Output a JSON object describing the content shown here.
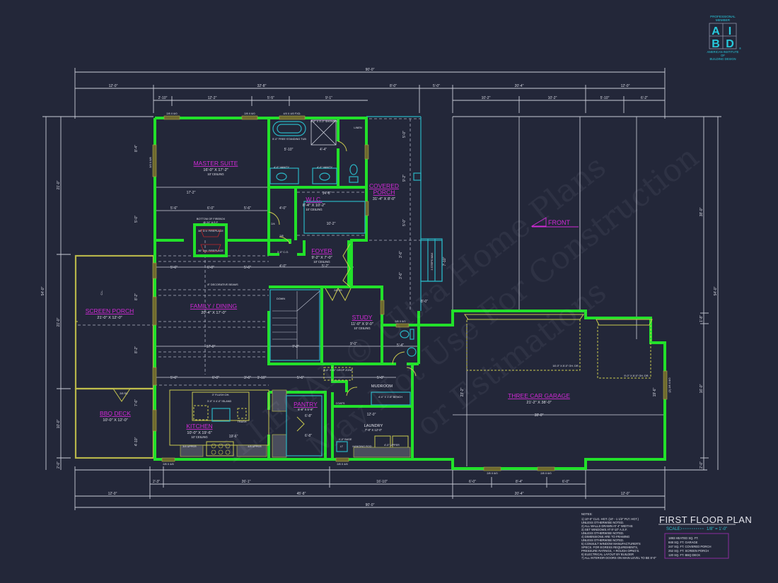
{
  "logo": {
    "top_text_1": "PROFESSIONAL",
    "top_text_2": "MEMBER",
    "letters": [
      "A",
      "I",
      "B",
      "D"
    ],
    "bottom_text_1": "AMERICAN INSTITUTE",
    "bottom_text_2": "OF",
    "bottom_text_3": "BUILDING DESIGN",
    "registered": "®"
  },
  "title_block": {
    "title": "FIRST FLOOR PLAN",
    "scale_label": "SCALE:",
    "scale_value": "1/8\" = 1'-0\"",
    "areas": [
      "1893 HEATED SQ. FT.",
      "848 SQ. FT. GARAGE",
      "247 SQ. FT. COVERED PORCH",
      "252 SQ. FT. SCREEN PORCH",
      "120 SQ. FT. BBQ DECK"
    ]
  },
  "notes": {
    "heading": "NOTES:",
    "lines": [
      "1)  10'-0\" CLG. HGT. (10' - 1 1/2\" PLT. HGT.)",
      "     UNLESS OTHERWISE NOTED.",
      "2)  ALL WALLS DRAWN AT 4\" WIDTHS",
      "3)  SET WINDOWS AT 8'-10\" A.S.F.",
      "     UNLESS OTHERWISE NOTED.",
      "4)  DIMENSIONS ARE TO FRAMING",
      "     UNLESS OTHERWISE NOTED.",
      "5)  CONSULT WINDOW MANUFACTURER'S",
      "     SPECS. FOR EGRESS REQUIREMENTS,",
      "     PRESSURE RATINGS, + ROUGH OPNG'S.",
      "6)  ELECTRICAL LAYOUT BY BUILDER",
      "7)  ALL INTERIOR DOORS ON MAIN LEVEL TO BE 8'-0\""
    ]
  },
  "front_marker": "FRONT",
  "rooms": {
    "master_suite": {
      "name": "MASTER SUITE",
      "size": "16'-0\" X 17'-2\"",
      "ceiling": "10' CEILING"
    },
    "wic": {
      "name": "W.I.C.",
      "size": "8'-4\" X 10'-2\"",
      "ceiling": "10' CEILING"
    },
    "covered_porch": {
      "name": "COVERED PORCH",
      "name_line1": "COVERED",
      "name_line2": "PORCH",
      "size": "31'-4\" X 8'-0\""
    },
    "foyer": {
      "name": "FOYER",
      "size": "9'-2\" X 7'-0\"",
      "ceiling": "10' CEILING"
    },
    "screen_porch": {
      "name": "SCREEN PORCH",
      "size": "21'-0\" X 12'-0\""
    },
    "family_dining": {
      "name": "FAMILY / DINING",
      "size": "20'-4\" X 17'-0\""
    },
    "study": {
      "name": "STUDY",
      "size": "11'-0\" X 9'-0\"",
      "ceiling": "10' CEILING"
    },
    "bbq_deck": {
      "name": "BBQ DECK",
      "size": "10'-0\" X 12'-0\""
    },
    "kitchen": {
      "name": "KITCHEN",
      "size": "10'-0\" X 19'-6\"",
      "ceiling": "10' CEILING"
    },
    "pantry": {
      "name": "PANTRY",
      "size": "6'-8\" X 5'-8\""
    },
    "mudroom": {
      "name": "MUDROOM"
    },
    "laundry": {
      "name": "LAUNDRY",
      "size": "7'-8\" X 12'-0\""
    },
    "garage": {
      "name": "THREE CAR GARAGE",
      "size": "21'-2\" X 38'-0\""
    }
  },
  "fixtures": {
    "tub": "5'-0\" FREE STANDING TUB",
    "shower": "4'-0\" X 3'-0\" SHOWER",
    "linen": "LINEN",
    "vanity_left": "4'-0\" VANITY",
    "vanity_right": "4'-0\" VANITY",
    "firebox_note_1": "BOTTOM OF FIREBOX",
    "firebox_note_2": "@ 24\" A.S.F.",
    "fireplace_upper": "36\" D.V. FIREPLACE",
    "fireplace_lower": "36\" D.V. FIREPLACE",
    "coat_closet": "3'-0\" C.O.",
    "decorative_beams": "8\" DECORATIVE BEAMS",
    "stairs_down": "DOWN",
    "island": "3'-0\" X 4'-0\" ISLAND",
    "flush_oh": "3\" FLUSH OH.",
    "trash": "TRASH",
    "upper_left": "3/4 UPPER",
    "upper_right": "4/8 UPPER",
    "bench": "4'-0\" X 1'-6\" BENCH",
    "coats": "COATS",
    "drop_zone": "3'-6\" X 22\" DROP ZONE",
    "lt": "LT",
    "sink_base": "4'-0\" BASE",
    "hanging_rod": "HANGING ROD",
    "laundry_upper": "4'-0\" UPPER",
    "garage_door_1": "16'-0\" X 8'-0\" OH. DR.",
    "garage_door_2": "9'-0\" X 8'-0\" OH. DR.",
    "steps_max": "3 STEPS MAX",
    "cl": "C.L.",
    "bbq_opening": "2/8 SC"
  },
  "doors_windows": {
    "w1": "2/8 X 6/0",
    "w2": "2/8 X 6/0",
    "w3": "4/0 X 4/0 FXD.",
    "porch_window": "3/0 X 6/8",
    "study_door": "2/6 FR",
    "study_door_2": "2/6 FR",
    "garage_entry": "2/8 X 6/0",
    "kitchen_window": "2/8 X 4/6",
    "laundry_window": "2/8 X 4/6",
    "garage_window_1": "2/8 X 6/0",
    "garage_window_2": "2/8 X 6/0",
    "garage_side_window": "(2) 2/8 X 6/0",
    "door_2_4": "2/4",
    "door_2_8": "2/8"
  },
  "dimensions": {
    "top_overall": "90'-0\"",
    "top_row2": [
      "12'-0\"",
      "32'-8\"",
      "8'-0\"",
      "5'-0\"",
      "20'-4\"",
      "12'-0\""
    ],
    "top_row3": [
      "2'-10\"",
      "12'-2\"",
      "5'-5\"",
      "9'-1\"",
      "10'-2\"",
      "10'-2\"",
      "5'-10\"",
      "6'-2\""
    ],
    "bottom_row1": [
      "2'-3\"",
      "26'-1\"",
      "16'-10\"",
      "6'-0\"",
      "8'-4\"",
      "6'-0\""
    ],
    "bottom_row2": [
      "12'-0\"",
      "45'-8\"",
      "20'-4\"",
      "12'-0\""
    ],
    "bottom_overall": "90'-0\"",
    "left_overall": "54'-0\"",
    "left_segments": [
      "21'-0\"",
      "21'-0\"",
      "10'-0\"",
      "2'-0\""
    ],
    "left_inner": [
      "8'-4\"",
      "5'-0\"",
      "8'-2\"",
      "8'-2\"",
      "7'-6\"",
      "4'-10\""
    ],
    "right_overall": "54'-0\"",
    "right_segments": [
      "38'-0\"",
      "1'-8\"",
      "16'-0\"",
      "2'-0\""
    ],
    "interior": {
      "ms_width": "17'-2\"",
      "ms_a": "5'-6\"",
      "ms_b": "6'-0\"",
      "ms_c": "5'-6\"",
      "fd_a": "5'-6\"",
      "fd_b": "6'-0\"",
      "fd_c": "5'-6\"",
      "fd_width": "17'-0\"",
      "k_a": "5'-6\"",
      "k_b": "6'-0\"",
      "k_c": "3'-6\"",
      "k_d": "1'-10\"",
      "k_e": "5'-6\"",
      "kitchen_len": "19'-6\"",
      "foyer_a": "4'-0\"",
      "foyer_b": "5'-2\"",
      "study_w": "9'-0\"",
      "study_h": "11'-0\"",
      "bath_a": "5'-10\"",
      "bath_b": "4'-4\"",
      "wic_a": "14'-6\"",
      "wic_b": "10'-2\"",
      "wic_c": "4'-0\"",
      "garage_w": "38'-0\"",
      "garage_d": "23'-2\"",
      "garage_side": "19'-6\"",
      "mud_w": "5'-0\"",
      "laundry_w": "12'-0\"",
      "pantry_a": "6'-8\"",
      "pantry_b": "6'-8\"",
      "powder": "5'-4\"",
      "stair": "7'-2\"",
      "porch_a": "5'-0\"",
      "porch_b": "9'-2\"",
      "porch_c": "5'-0\"",
      "steps_h": "7'-10\"",
      "steps_w": "8'-0\"",
      "porch_d": "3'-6\"",
      "porch_e": "3'-6\""
    }
  },
  "watermark_lines": [
    "ILLEGAL © Ultra Home Plans",
    "May Not Use For Construction",
    "or Estimations"
  ]
}
